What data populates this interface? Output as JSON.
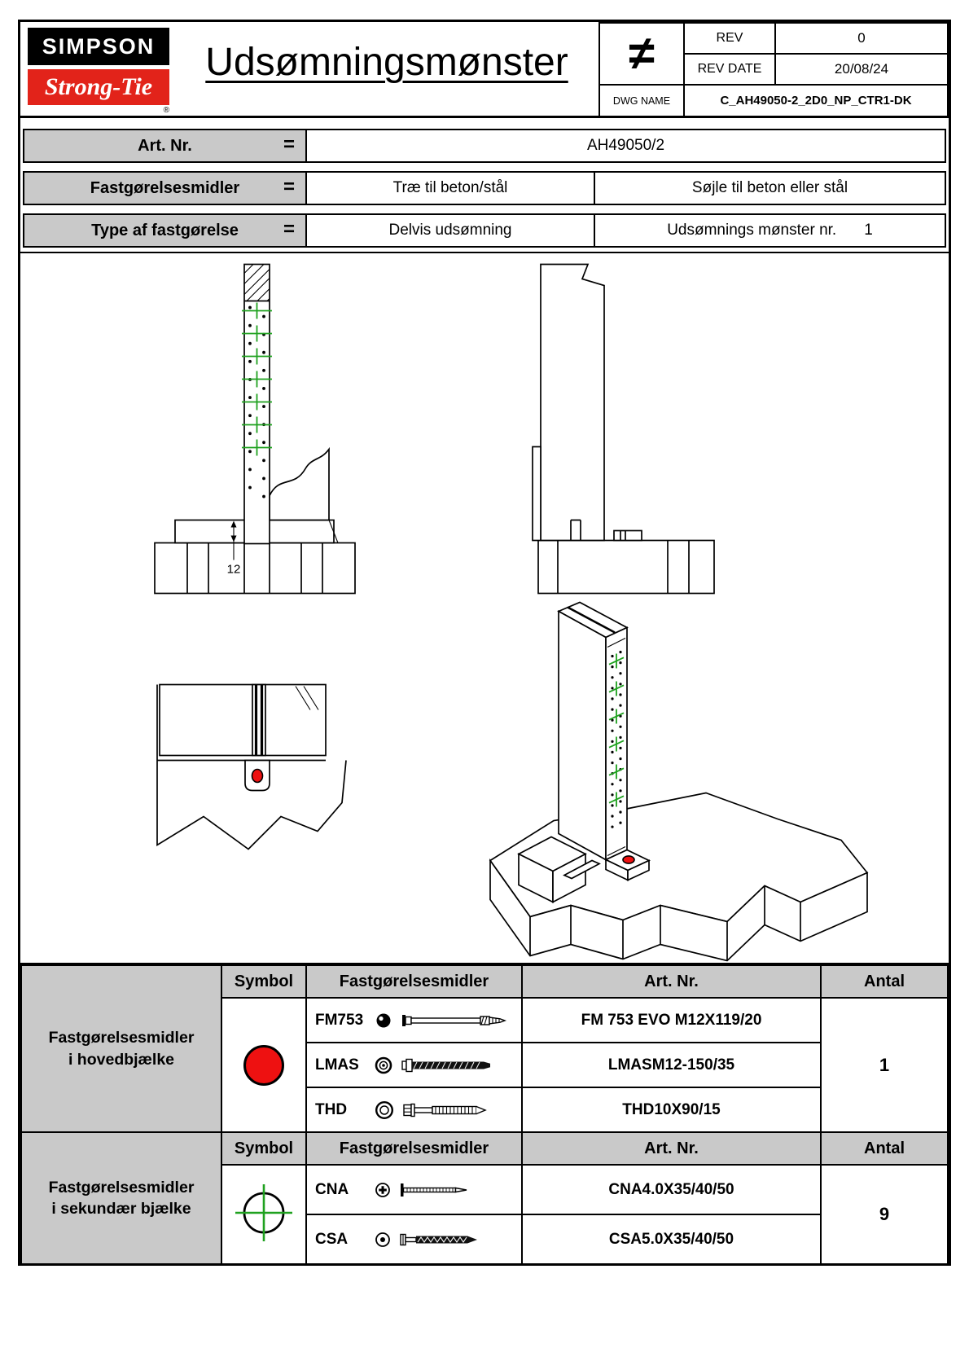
{
  "header": {
    "logo_top": "SIMPSON",
    "logo_bottom": "Strong-Tie",
    "registered_mark": "®",
    "title": "Udsømningsmønster",
    "not_equal_symbol": "≠",
    "rev_label": "REV",
    "rev_value": "0",
    "rev_date_label": "REV DATE",
    "rev_date_value": "20/08/24",
    "dwg_name_label": "DWG NAME",
    "dwg_name_value": "C_AH49050-2_2D0_NP_CTR1-DK"
  },
  "info": {
    "row1_label": "Art. Nr.",
    "row1_eq": "=",
    "row1_value": "AH49050/2",
    "row2_label": "Fastgørelsesmidler",
    "row2_eq": "=",
    "row2_value1": "Træ til beton/stål",
    "row2_value2": "Søjle til beton eller stål",
    "row3_label": "Type af fastgørelse",
    "row3_eq": "=",
    "row3_value1": "Delvis udsømning",
    "row3_value2_label": "Udsømnings mønster nr.",
    "row3_value2_number": "1"
  },
  "drawing": {
    "dimension_label": "12",
    "main_fastener_symbol": "red-filled-circle",
    "secondary_fastener_symbol": "green-cross"
  },
  "table_hovedbjaelke": {
    "label_line1": "Fastgørelsesmidler",
    "label_line2": "i hovedbjælke",
    "header_symbol": "Symbol",
    "header_fastener": "Fastgørelsesmidler",
    "header_artnr": "Art. Nr.",
    "header_qty": "Antal",
    "symbol_icon": "red-filled-circle",
    "rows": [
      {
        "code": "FM753",
        "icon": "fm753-bolt-icon",
        "artnr": "FM 753 EVO M12X119/20"
      },
      {
        "code": "LMAS",
        "icon": "lmas-anchor-icon",
        "artnr": "LMASM12-150/35"
      },
      {
        "code": "THD",
        "icon": "thd-concrete-screw-icon",
        "artnr": "THD10X90/15"
      }
    ],
    "qty": "1"
  },
  "table_sekundaer": {
    "label_line1": "Fastgørelsesmidler",
    "label_line2": "i sekundær bjælke",
    "header_symbol": "Symbol",
    "header_fastener": "Fastgørelsesmidler",
    "header_artnr": "Art. Nr.",
    "header_qty": "Antal",
    "symbol_icon": "green-crosshair-circle",
    "rows": [
      {
        "code": "CNA",
        "icon": "cna-ring-nail-icon",
        "artnr": "CNA4.0X35/40/50"
      },
      {
        "code": "CSA",
        "icon": "csa-screw-icon",
        "artnr": "CSA5.0X35/40/50"
      }
    ],
    "qty": "9"
  },
  "colors": {
    "logo_red": "#e2231a",
    "symbol_red": "#ee1111",
    "symbol_green": "#1fa11f",
    "table_gray": "#c9c9c9"
  }
}
